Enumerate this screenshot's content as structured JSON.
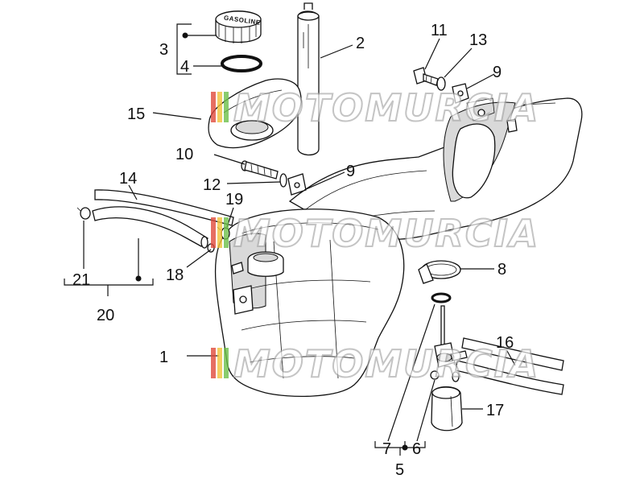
{
  "brand": {
    "logo_text": "MOTOMURCIA"
  },
  "cap_text": "GASOLINE",
  "labels": {
    "l1": "1",
    "l2": "2",
    "l3": "3",
    "l4": "4",
    "l5": "5",
    "l6": "6",
    "l7": "7",
    "l8": "8",
    "l9a": "9",
    "l9b": "9",
    "l10": "10",
    "l11": "11",
    "l12": "12",
    "l13": "13",
    "l14": "14",
    "l15": "15",
    "l16": "16",
    "l17": "17",
    "l18": "18",
    "l19": "19",
    "l20": "20",
    "l21": "21"
  },
  "colors": {
    "stripe_red": "#e04a3c",
    "stripe_yellow": "#f2c33a",
    "stripe_green": "#6cc04a",
    "line": "#111111",
    "shade": "#d9d9d9"
  }
}
